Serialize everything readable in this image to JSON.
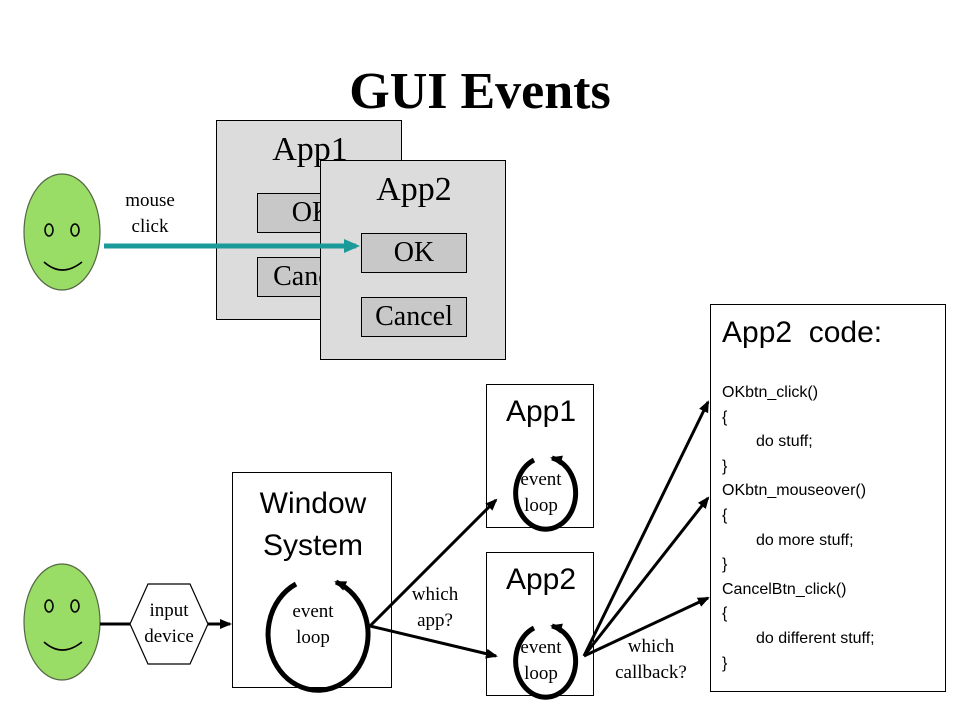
{
  "title": "GUI Events",
  "app1_window": {
    "title": "App1",
    "ok": "OK",
    "cancel": "Cancel"
  },
  "app2_window": {
    "title": "App2",
    "ok": "OK",
    "cancel": "Cancel"
  },
  "mouse_click_label": [
    "mouse",
    "click"
  ],
  "input_device_label": [
    "input",
    "device"
  ],
  "window_system": {
    "title": [
      "Window",
      "System"
    ],
    "loop": [
      "event",
      "loop"
    ]
  },
  "app1_loop": {
    "title": "App1",
    "loop": [
      "event",
      "loop"
    ]
  },
  "app2_loop": {
    "title": "App2",
    "loop": [
      "event",
      "loop"
    ]
  },
  "which_app_label": [
    "which",
    "app?"
  ],
  "which_callback_label": [
    "which",
    "callback?"
  ],
  "code_panel": {
    "title": "App2  code:",
    "lines": [
      {
        "text": "OKbtn_click()",
        "indent": false
      },
      {
        "text": "{",
        "indent": false
      },
      {
        "text": "do stuff;",
        "indent": true
      },
      {
        "text": "}",
        "indent": false
      },
      {
        "text": "OKbtn_mouseover()",
        "indent": false
      },
      {
        "text": "{",
        "indent": false
      },
      {
        "text": "do more stuff;",
        "indent": true
      },
      {
        "text": "}",
        "indent": false
      },
      {
        "text": "CancelBtn_click()",
        "indent": false
      },
      {
        "text": "{",
        "indent": false
      },
      {
        "text": "do different stuff;",
        "indent": true
      },
      {
        "text": "}",
        "indent": false
      }
    ]
  },
  "colors": {
    "face": "#99dd66",
    "click_arrow": "#1a9a99",
    "window_bg": "#dcdcdc",
    "button_bg": "#c8c8c8"
  }
}
